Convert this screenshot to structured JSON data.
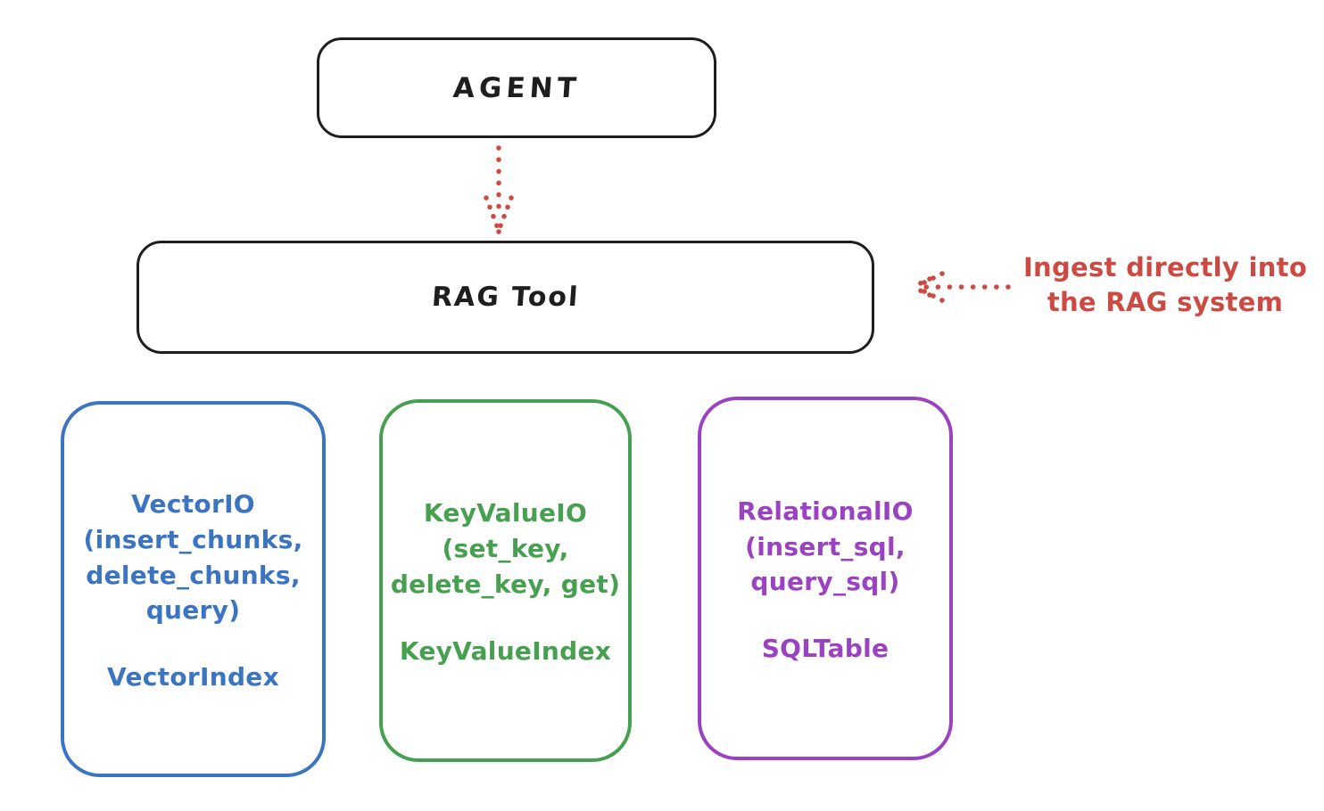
{
  "canvas": {
    "background": "#ffffff",
    "ink_color": "#1e1e1e"
  },
  "nodes": {
    "agent": {
      "label": "AGENT"
    },
    "rag_tool": {
      "label": "RAG Tool"
    }
  },
  "annotation": {
    "text": "Ingest directly into\nthe RAG system",
    "color": "#cc4a42"
  },
  "arrows": {
    "agent_to_rag": {
      "style": "dotted",
      "direction": "down",
      "color": "#cc4a42"
    },
    "annotation_to_rag": {
      "style": "dotted",
      "direction": "left",
      "color": "#cc4a42"
    }
  },
  "backends": [
    {
      "name": "vector-io",
      "color": "#3b75c2",
      "text": "VectorIO\n(insert_chunks,\ndelete_chunks,\nquery)",
      "footer": "VectorIndex"
    },
    {
      "name": "keyvalue-io",
      "color": "#46a050",
      "text": "KeyValueIO\n(set_key,\ndelete_key, get)",
      "footer": "KeyValueIndex"
    },
    {
      "name": "relational-io",
      "color": "#9a42c2",
      "text": "RelationalIO\n(insert_sql,\nquery_sql)",
      "footer": "SQLTable"
    }
  ]
}
